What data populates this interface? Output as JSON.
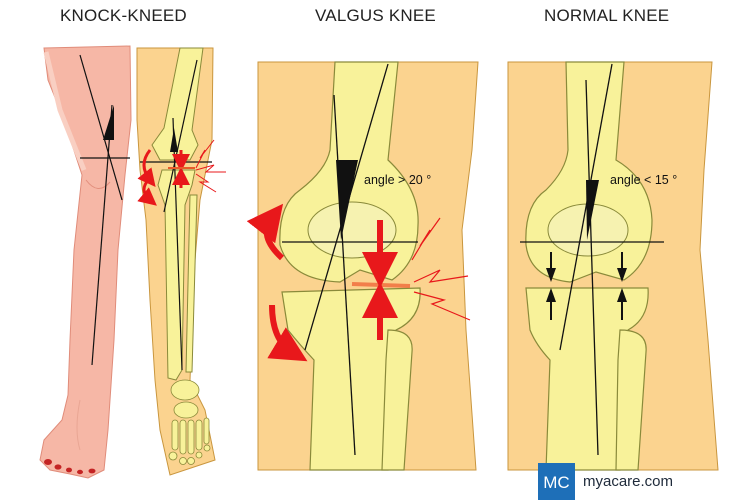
{
  "titles": {
    "knock_kneed": "KNOCK-KNEED",
    "valgus_knee": "VALGUS KNEE",
    "normal_knee": "NORMAL KNEE"
  },
  "labels": {
    "valgus_angle": "angle > 20 °",
    "normal_angle": "angle < 15 °"
  },
  "brand": {
    "logo_letters": "MC",
    "name": "myacare.com"
  },
  "colors": {
    "skin": "#f6b7a6",
    "bone": "#f8f29a",
    "tissue": "#fbd38f",
    "arrow_red": "#e8181b",
    "brand_blue": "#1e6fb8"
  }
}
